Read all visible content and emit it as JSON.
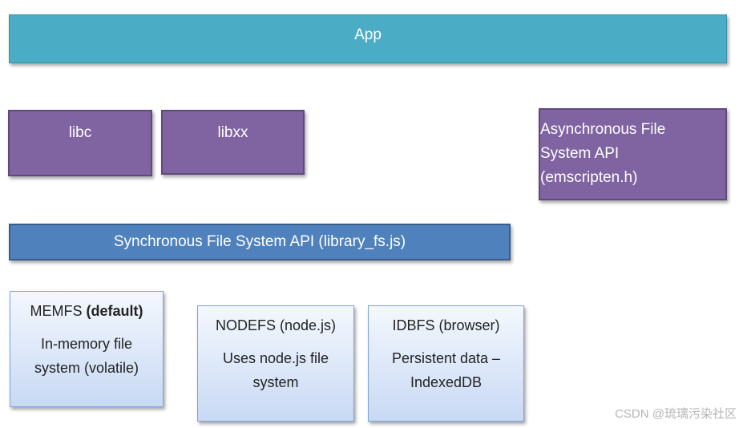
{
  "app": {
    "label": "App"
  },
  "libs": {
    "libc": "libc",
    "libxx": "libxx",
    "async_api": {
      "line1": "Asynchronous File",
      "line2": "System API",
      "line3": "(emscripten.h)"
    }
  },
  "sync_api": {
    "label": "Synchronous File System API (library_fs.js)"
  },
  "backends": {
    "memfs": {
      "name": "MEMFS",
      "tag": "(default)",
      "desc_line1": "In-memory file",
      "desc_line2": "system (volatile)"
    },
    "nodefs": {
      "title": "NODEFS (node.js)",
      "desc_line1": "Uses node.js file",
      "desc_line2": "system"
    },
    "idbfs": {
      "title": "IDBFS (browser)",
      "desc_line1": "Persistent data –",
      "desc_line2": "IndexedDB"
    }
  },
  "watermark": "CSDN @琉璃污染社区",
  "colors": {
    "app": "#4bacc6",
    "lib": "#8064a2",
    "sync_api": "#4f81bd",
    "backend_fill": "#c8d9f4"
  }
}
